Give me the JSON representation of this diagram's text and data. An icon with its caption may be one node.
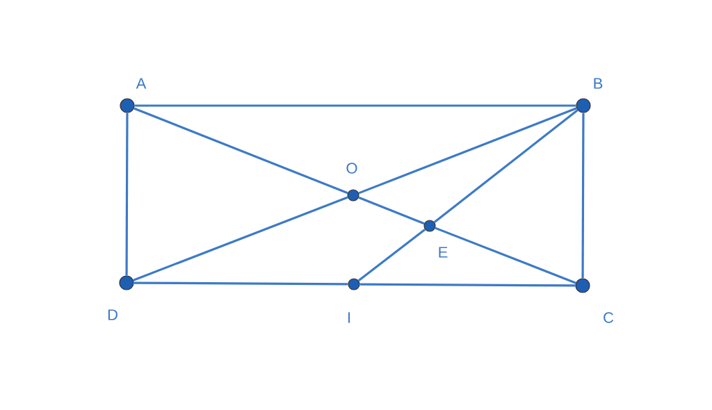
{
  "diagram": {
    "nodes": [
      {
        "text": [],
        "shape": "circle",
        "beside": [
          "A"
        ]
      },
      {
        "text": [],
        "shape": "circle",
        "beside": [
          "B"
        ]
      },
      {
        "text": [],
        "shape": "circle",
        "beside": [
          "O"
        ]
      },
      {
        "text": [],
        "shape": "circle",
        "beside": [
          "E"
        ]
      },
      {
        "text": [],
        "shape": "circle",
        "beside": [
          "D"
        ]
      },
      {
        "text": [],
        "shape": "circle",
        "beside": [
          "I"
        ]
      },
      {
        "text": [],
        "shape": "circle",
        "beside": [
          "C"
        ]
      }
    ],
    "edges": [
      {
        "from": 0,
        "to": 1,
        "arrow": "none"
      },
      {
        "from": 1,
        "to": 6,
        "arrow": "none"
      },
      {
        "from": 4,
        "to": 5,
        "arrow": "none"
      },
      {
        "from": 5,
        "to": 6,
        "arrow": "none"
      },
      {
        "from": 0,
        "to": 4,
        "arrow": "none"
      },
      {
        "from": 0,
        "to": 2,
        "arrow": "none"
      },
      {
        "from": 2,
        "to": 3,
        "arrow": "none"
      },
      {
        "from": 3,
        "to": 6,
        "arrow": "none"
      },
      {
        "from": 1,
        "to": 2,
        "arrow": "none"
      },
      {
        "from": 2,
        "to": 4,
        "arrow": "none"
      },
      {
        "from": 1,
        "to": 3,
        "arrow": "none"
      },
      {
        "from": 3,
        "to": 5,
        "arrow": "none"
      }
    ]
  }
}
